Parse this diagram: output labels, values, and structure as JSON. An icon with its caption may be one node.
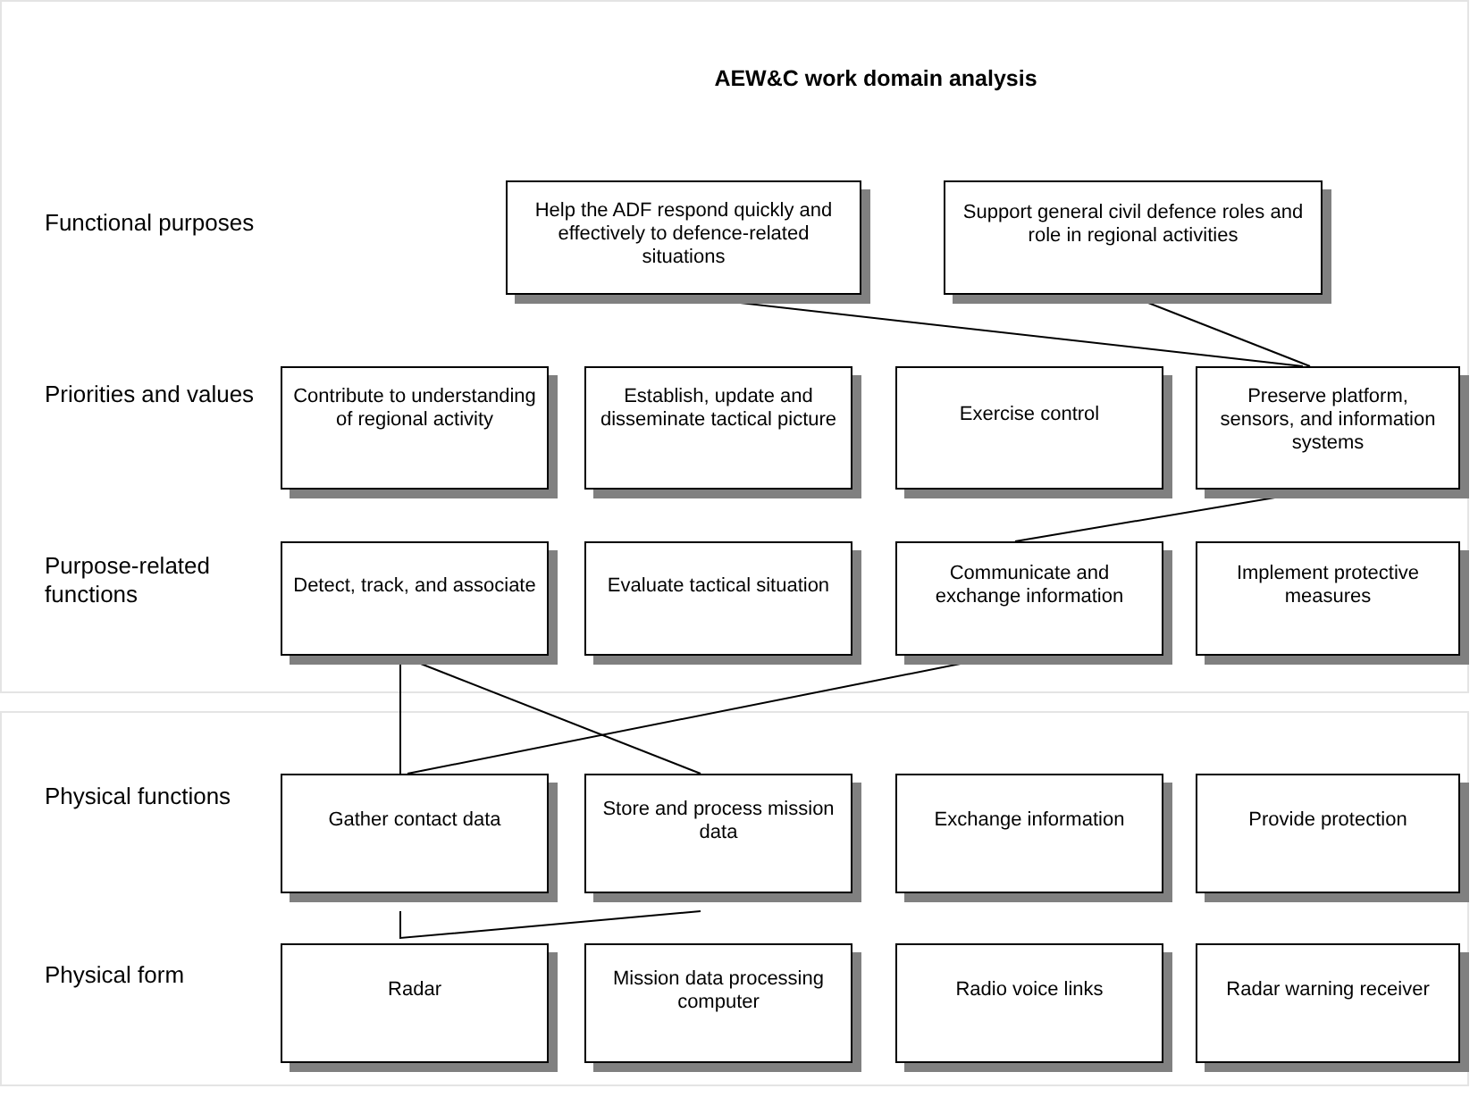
{
  "diagram": {
    "title": "AEW&C work domain analysis",
    "nodes": [
      {
        "text": [
          "Help the ADF respond quickly and effectively to defence-related situations"
        ]
      },
      {
        "text": [
          "Support general civil defence roles and role in regional activities"
        ]
      },
      {
        "text": [
          "Contribute to understanding of regional activity"
        ]
      },
      {
        "text": [
          "Establish, update and disseminate tactical picture"
        ]
      },
      {
        "text": [
          "Exercise control"
        ]
      },
      {
        "text": [
          "Preserve platform, sensors, and  information systems"
        ]
      },
      {
        "text": [
          "Detect, track, and associate"
        ]
      },
      {
        "text": [
          "Evaluate tactical situation"
        ]
      },
      {
        "text": [
          "Communicate and exchange information"
        ]
      },
      {
        "text": [
          "Implement protective measures"
        ]
      },
      {
        "text": [
          "Gather contact data"
        ]
      },
      {
        "text": [
          "Store and process mission data"
        ]
      },
      {
        "text": [
          "Exchange information"
        ]
      },
      {
        "text": [
          "Provide protection"
        ]
      },
      {
        "text": [
          "Radar"
        ]
      },
      {
        "text": [
          "Mission data processing computer"
        ]
      },
      {
        "text": [
          "Radio voice links"
        ]
      },
      {
        "text": [
          "Radar warning receiver"
        ]
      }
    ],
    "edges": [
      {
        "from": 0,
        "to": 5,
        "arrow": "none"
      },
      {
        "from": 1,
        "to": 5,
        "arrow": "none"
      },
      {
        "from": 5,
        "to": 8,
        "arrow": "none"
      },
      {
        "from": 6,
        "to": 10,
        "arrow": "none"
      },
      {
        "from": 6,
        "to": 11,
        "arrow": "none"
      },
      {
        "from": 8,
        "to": 10,
        "arrow": "none"
      },
      {
        "from": 10,
        "to": 11,
        "arrow": "none"
      }
    ],
    "labels": [
      "Functional purposes",
      "Priorities and values",
      "Purpose-related functions",
      "Physical functions",
      "Physical form"
    ]
  }
}
